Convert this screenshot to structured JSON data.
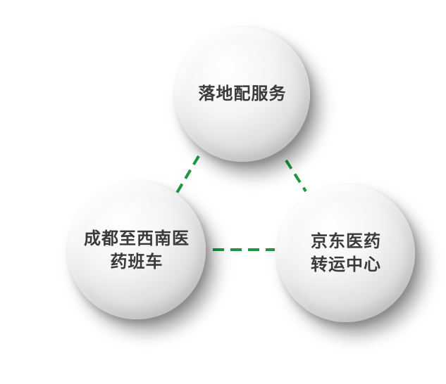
{
  "diagram": {
    "nodes": [
      {
        "id": "top",
        "lines": [
          "落地配服务"
        ]
      },
      {
        "id": "left",
        "lines": [
          "成都至西南医",
          "药班车"
        ]
      },
      {
        "id": "right",
        "lines": [
          "京东医药",
          "转运中心"
        ]
      }
    ],
    "connector_color": "#1a9a3a"
  }
}
